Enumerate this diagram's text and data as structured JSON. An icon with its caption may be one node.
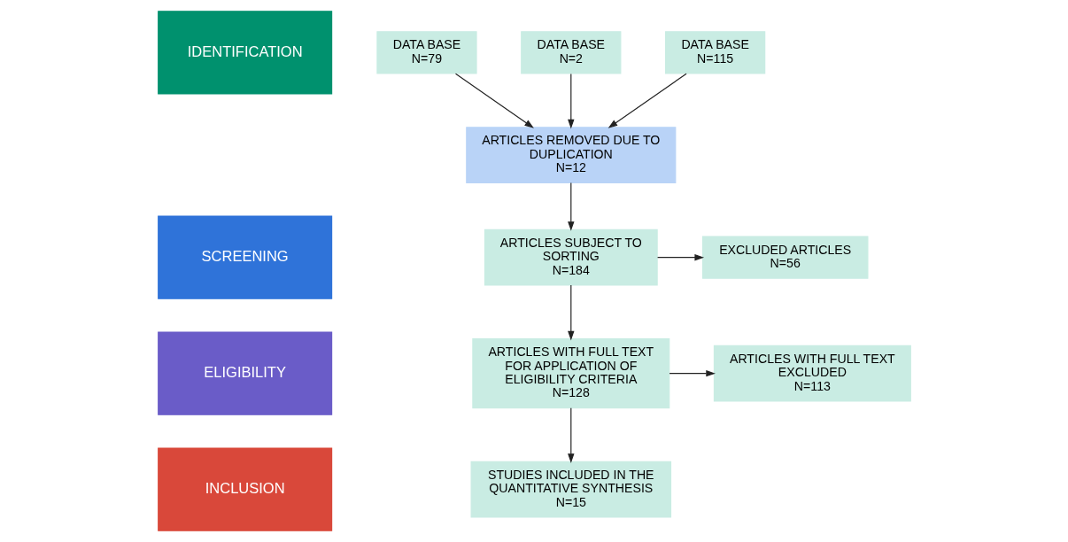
{
  "diagram": {
    "nodes": [
      {
        "text": [
          "IDENTIFICATION"
        ]
      },
      {
        "text": [
          "DATA BASE",
          "N=79"
        ]
      },
      {
        "text": [
          "DATA BASE",
          "N=2"
        ]
      },
      {
        "text": [
          "DATA BASE",
          "N=115"
        ]
      },
      {
        "text": [
          "SCREENING"
        ]
      },
      {
        "text": [
          "ARTICLES REMOVED DUE TO DUPLICATION",
          "N=12"
        ]
      },
      {
        "text": [
          "ARTICLES SUBJECT TO SORTING",
          "N=184"
        ]
      },
      {
        "text": [
          "EXCLUDED ARTICLES",
          "N=56"
        ]
      },
      {
        "text": [
          "ELIGIBILITY"
        ]
      },
      {
        "text": [
          "ARTICLES WITH FULL TEXT FOR APPLICATION OF ELIGIBILITY CRITERIA",
          "N=128"
        ]
      },
      {
        "text": [
          "ARTICLES WITH FULL TEXT EXCLUDED",
          "N=113"
        ]
      },
      {
        "text": [
          "INCLUSION"
        ]
      },
      {
        "text": [
          "STUDIES INCLUDED IN THE QUANTITATIVE SYNTHESIS",
          "N=15"
        ]
      }
    ],
    "edges": [
      {
        "from": 1,
        "to": 5,
        "arrow": "to"
      },
      {
        "from": 2,
        "to": 5,
        "arrow": "to"
      },
      {
        "from": 3,
        "to": 5,
        "arrow": "to"
      },
      {
        "from": 5,
        "to": 6,
        "arrow": "to"
      },
      {
        "from": 6,
        "to": 7,
        "arrow": "to"
      },
      {
        "from": 6,
        "to": 9,
        "arrow": "to"
      },
      {
        "from": 9,
        "to": 10,
        "arrow": "to"
      },
      {
        "from": 9,
        "to": 12,
        "arrow": "to"
      }
    ]
  }
}
